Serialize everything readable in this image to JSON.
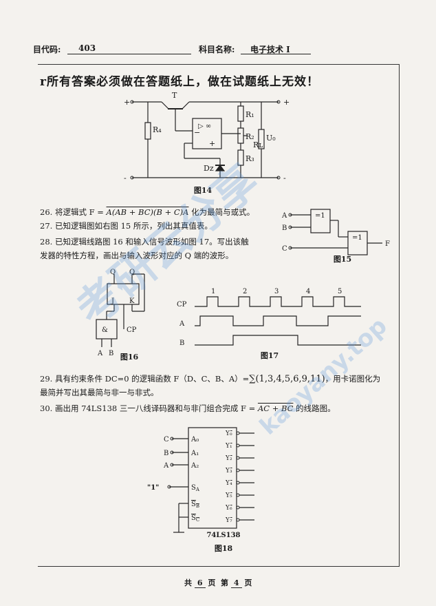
{
  "header": {
    "code_label": "目代码:",
    "code_value": "403",
    "subject_label": "科目名称:",
    "subject_value": "电子技术 I"
  },
  "notice": "r所有答案必须做在答题纸上，做在试题纸上无效！",
  "fig14": {
    "caption": "图14",
    "labels": {
      "plus_left": "+",
      "minus_left": "-",
      "plus_right": "+",
      "minus_right": "-",
      "T": "T",
      "R4": "R₄",
      "R1": "R₁",
      "R2": "R₂",
      "R3": "R₃",
      "RL": "Rʟ",
      "Uo": "U₀",
      "Dz": "Dz",
      "amp_sym": "▷ ∞",
      "amp_minus": "−",
      "amp_plus": "+"
    }
  },
  "questions": {
    "q26_prefix": "26.  将逻辑式 F = ",
    "q26_expr": "A(AB + BC)(B + C)A",
    "q26_suffix": " 化为最简与或式。",
    "q27": "27.  已知逻辑图如右图 15 所示，列出其真值表。",
    "q28_line1": "28.  已知逻辑线路图 16 和输入信号波形如图 17。写出该触",
    "q28_line2": "发器的特性方程，画出与输入波形对应的 Q 端的波形。",
    "q29_prefix": "29.  具有约束条件 DC=0 的逻辑函数 F（D、C、B、A）=",
    "q29_sum": "∑(1,3,4,5,6,9,11)",
    "q29_suffix": "，用卡诺图化为",
    "q29_line2": "最简并写出其最简与非一与非式。",
    "q30_prefix": "30.  画出用 74LS138 三一八线译码器和与非门组合完成 F = ",
    "q30_expr": "AC + BC",
    "q30_suffix": " 的线路图。"
  },
  "fig15": {
    "caption": "图15",
    "inputs": [
      "A",
      "B",
      "C"
    ],
    "gate1": "=1",
    "gate2": "=1",
    "output": "F"
  },
  "fig16": {
    "caption": "图16",
    "Q": "Q",
    "Qbar": "Q",
    "J": "J",
    "K": "K",
    "and_gate": "&",
    "CP": "CP",
    "A": "A",
    "B": "B"
  },
  "fig17": {
    "caption": "图17",
    "signals": [
      "CP",
      "A",
      "B"
    ],
    "pulse_numbers": [
      "1",
      "2",
      "3",
      "4",
      "5"
    ]
  },
  "fig18": {
    "caption": "图18",
    "chip": "74LS138",
    "inputs": [
      "C",
      "B",
      "A"
    ],
    "addr_pins": [
      "A₀",
      "A₁",
      "A₂"
    ],
    "enable_input": "\"1\"",
    "enable_pins": [
      "S",
      "S",
      "S"
    ],
    "enable_subs": [
      "A",
      "B",
      "C"
    ],
    "outputs": [
      "Y₀",
      "Y₁",
      "Y₂",
      "Y₃",
      "Y₄",
      "Y₅",
      "Y₆",
      "Y₇"
    ]
  },
  "footer": {
    "total_label": "共",
    "total_pages": "6",
    "page_unit": "页",
    "current_label": "第",
    "current_page": "4",
    "current_unit": "页"
  },
  "watermark": {
    "line1": "考研云分享",
    "line2": "kaoyany.top"
  }
}
